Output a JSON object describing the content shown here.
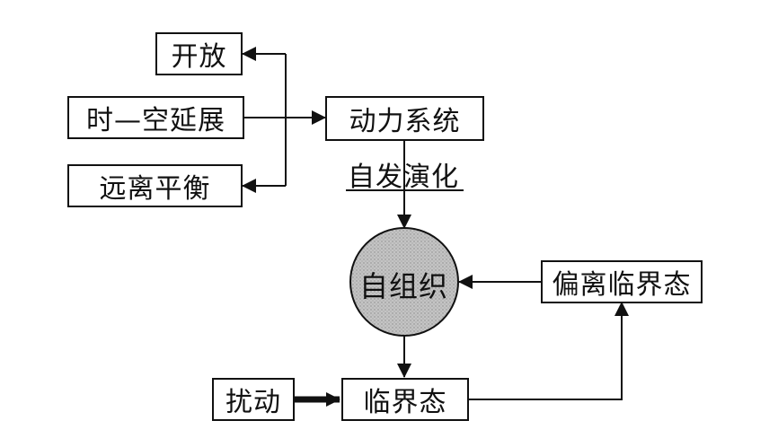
{
  "nodes": {
    "open": "开放",
    "space_time": "时—空延展",
    "far_equilibrium": "远离平衡",
    "dynamic_system": "动力系统",
    "self_organization": "自组织",
    "deviate_critical": "偏离临界态",
    "disturbance": "扰动",
    "critical_state": "临界态"
  },
  "edge_labels": {
    "spontaneous_evolution": "自发演化"
  },
  "colors": {
    "stroke": "#111111",
    "circle_fill": "#c4c4c4"
  }
}
